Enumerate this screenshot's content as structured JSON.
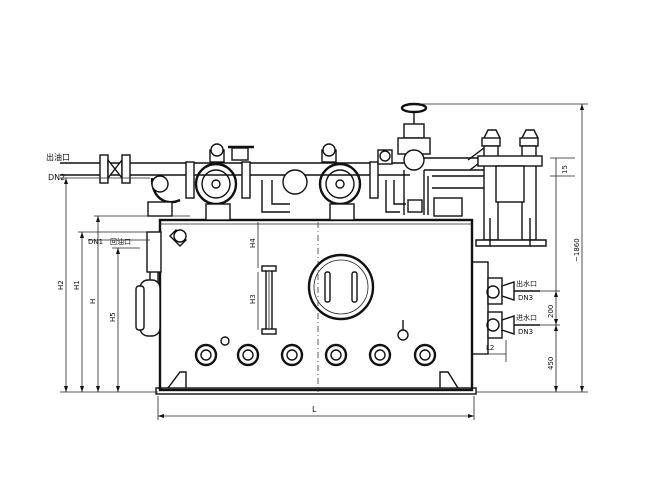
{
  "labels": {
    "outlet_oil_port": "出油口",
    "dn2": "DN2",
    "dn1": "DN1",
    "return_oil_port": "回油口",
    "outlet_water_port": "出水口",
    "dn3_upper": "DN3",
    "inlet_water_port": "进水口",
    "dn3_lower": "DN3",
    "h2": "H2",
    "h1": "H1",
    "h": "H",
    "h5": "H5",
    "h4": "H4",
    "h3": "H3",
    "l": "L",
    "l2": "L2",
    "d15": "15",
    "d200": "200",
    "d450": "450",
    "d1860": "~1860"
  }
}
